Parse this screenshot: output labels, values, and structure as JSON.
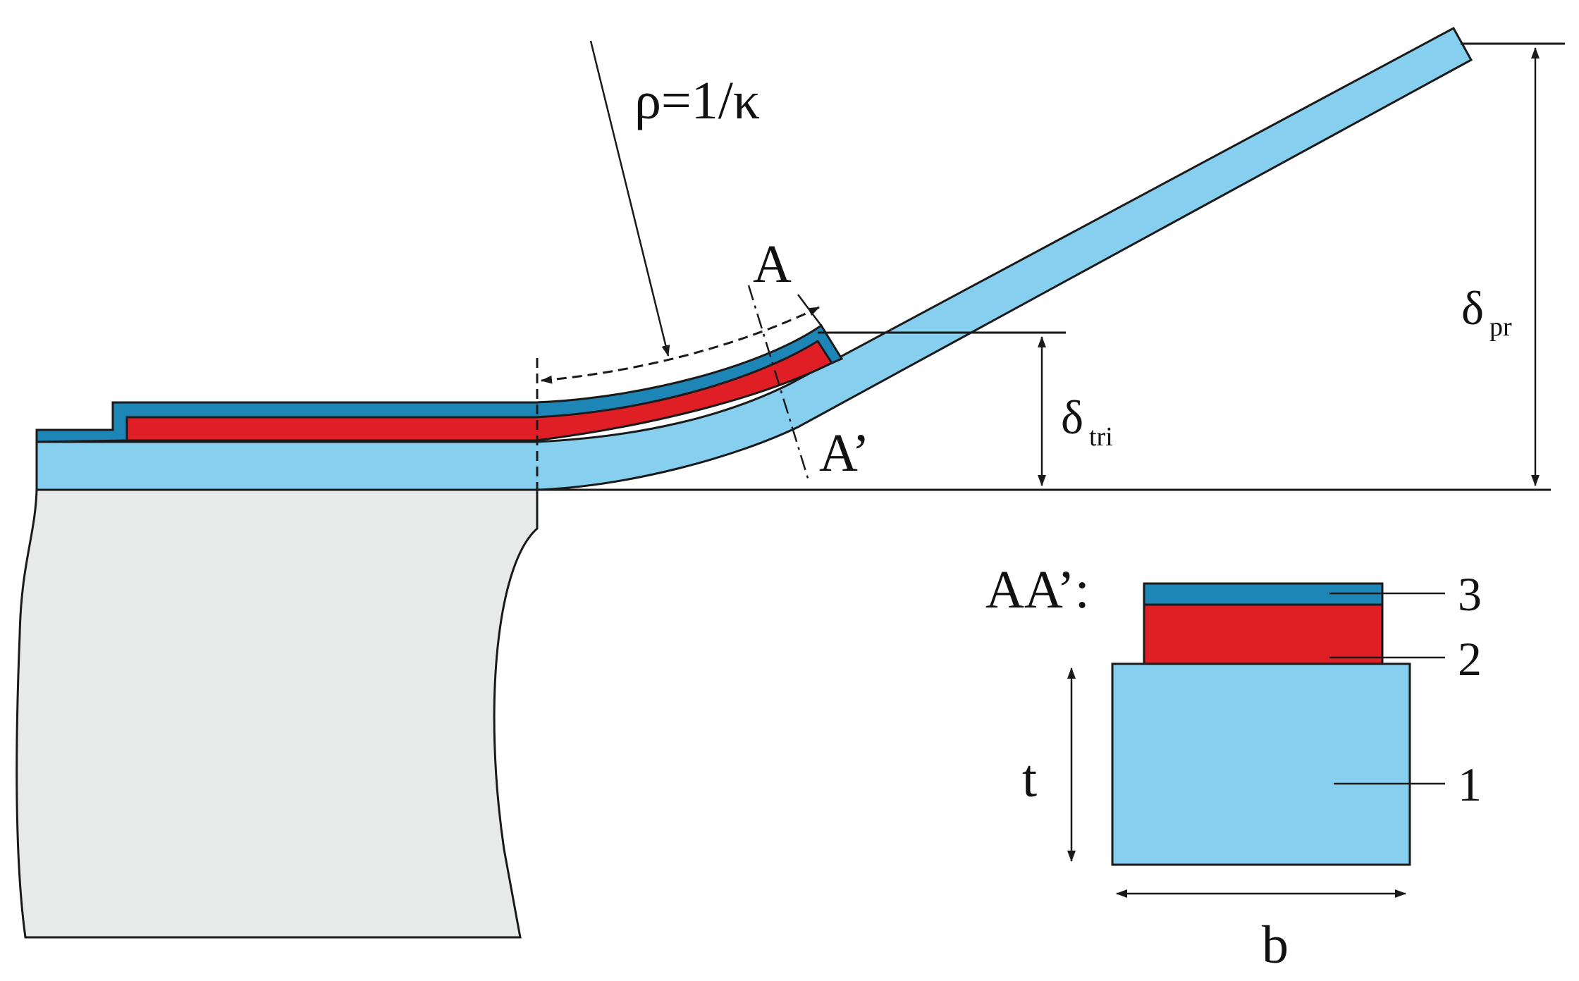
{
  "labels": {
    "radius": "ρ=1/κ",
    "section_top": "A",
    "section_bottom": "A’",
    "delta_tri_main": "δ",
    "delta_tri_sub": "tri",
    "delta_pr_main": "δ",
    "delta_pr_sub": "pr",
    "section_title": "AA’:",
    "thickness": "t",
    "width": "b",
    "layer_1": "1",
    "layer_2": "2",
    "layer_3": "3"
  },
  "colors": {
    "substrate": "#87cfef",
    "middle_layer": "#e01e26",
    "top_layer": "#1e86b6",
    "support": "#e8eaea",
    "outline": "#1a1a1a"
  }
}
